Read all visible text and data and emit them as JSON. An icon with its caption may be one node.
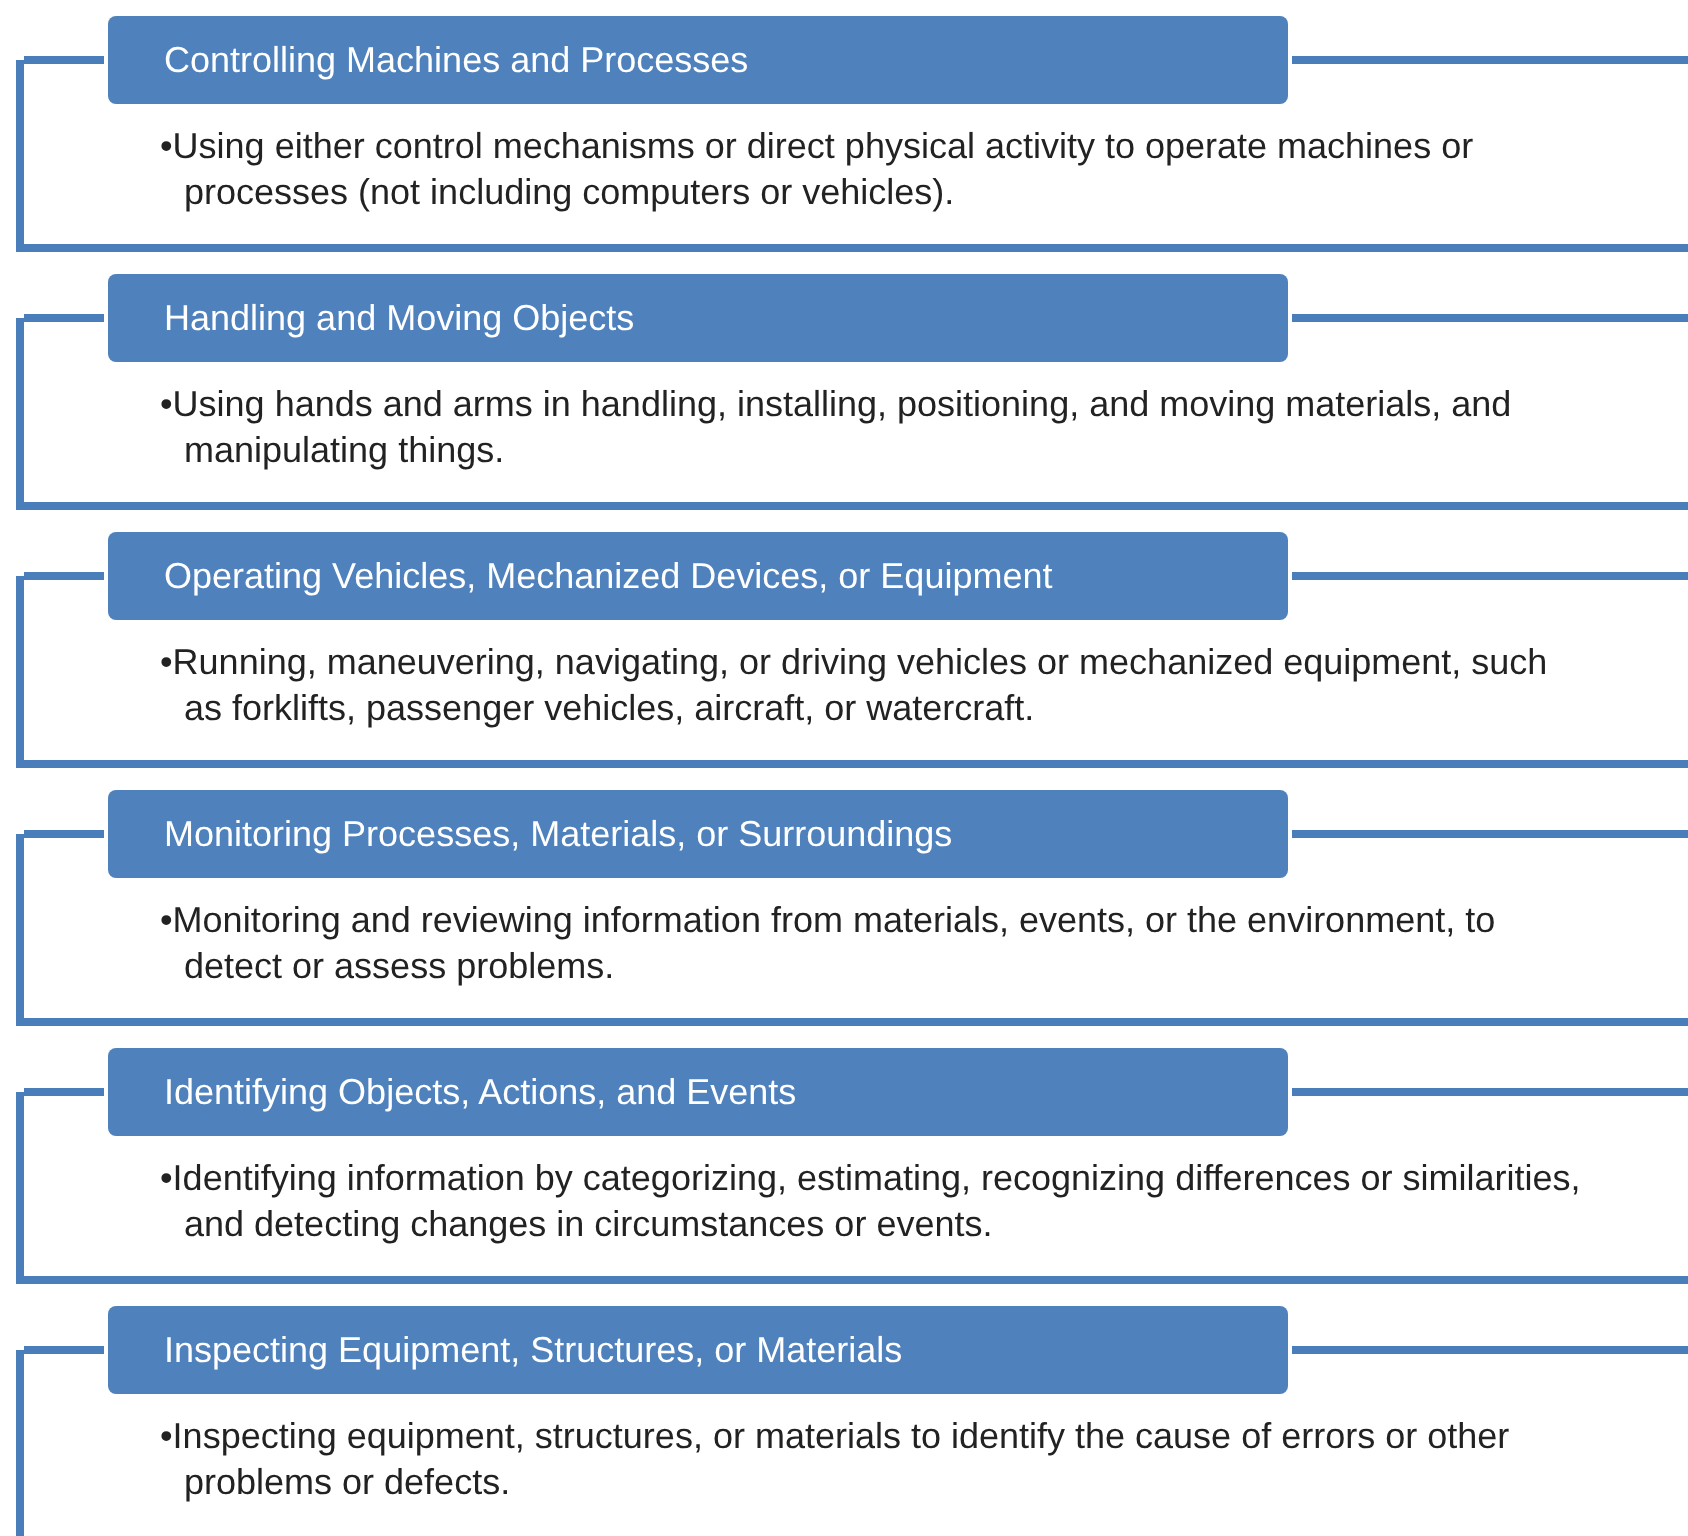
{
  "diagram": {
    "nodes": [
      {
        "text": [
          "Controlling Machines and Processes",
          "•Using either control mechanisms or direct physical activity to operate machines or processes (not including computers or vehicles)."
        ]
      },
      {
        "text": [
          "Handling and Moving Objects",
          "•Using hands and arms in handling, installing, positioning, and moving materials, and manipulating things."
        ]
      },
      {
        "text": [
          "Operating Vehicles, Mechanized Devices, or Equipment",
          "•Running, maneuvering, navigating, or driving vehicles or mechanized equipment, such as forklifts, passenger vehicles, aircraft, or watercraft."
        ]
      },
      {
        "text": [
          "Monitoring Processes, Materials, or Surroundings",
          "•Monitoring and reviewing information from materials, events, or the environment, to detect or assess problems."
        ]
      },
      {
        "text": [
          "Identifying Objects, Actions, and Events",
          "•Identifying information by categorizing, estimating, recognizing differences or similarities, and detecting changes in circumstances or events."
        ]
      },
      {
        "text": [
          "Inspecting Equipment, Structures, or Materials",
          "•Inspecting equipment, structures, or materials to identify the cause of errors or other problems or defects."
        ]
      }
    ],
    "edges": []
  }
}
